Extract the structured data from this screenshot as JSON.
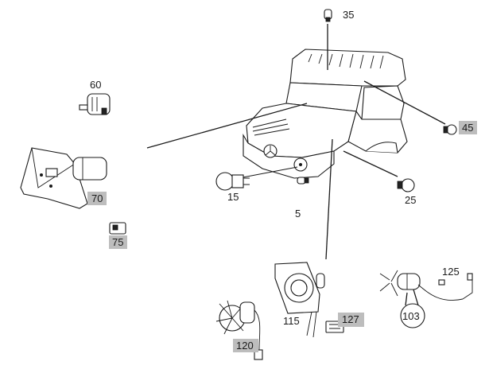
{
  "labels": {
    "p35": "35",
    "p45": "45",
    "p60": "60",
    "p70": "70",
    "p75": "75",
    "p15": "15",
    "p5": "5",
    "p25": "25",
    "p125": "125",
    "p115": "115",
    "p127": "127",
    "p103": "103",
    "p120": "120"
  },
  "colors": {
    "highlight": "#bdbdbd",
    "line": "#1a1a1a",
    "background": "#ffffff"
  },
  "icons": {
    "truck_cab": "truck-cab-outline",
    "headlamp": "headlamp-bulb",
    "bulb": "bulb",
    "motor": "motor",
    "fan": "fan"
  }
}
